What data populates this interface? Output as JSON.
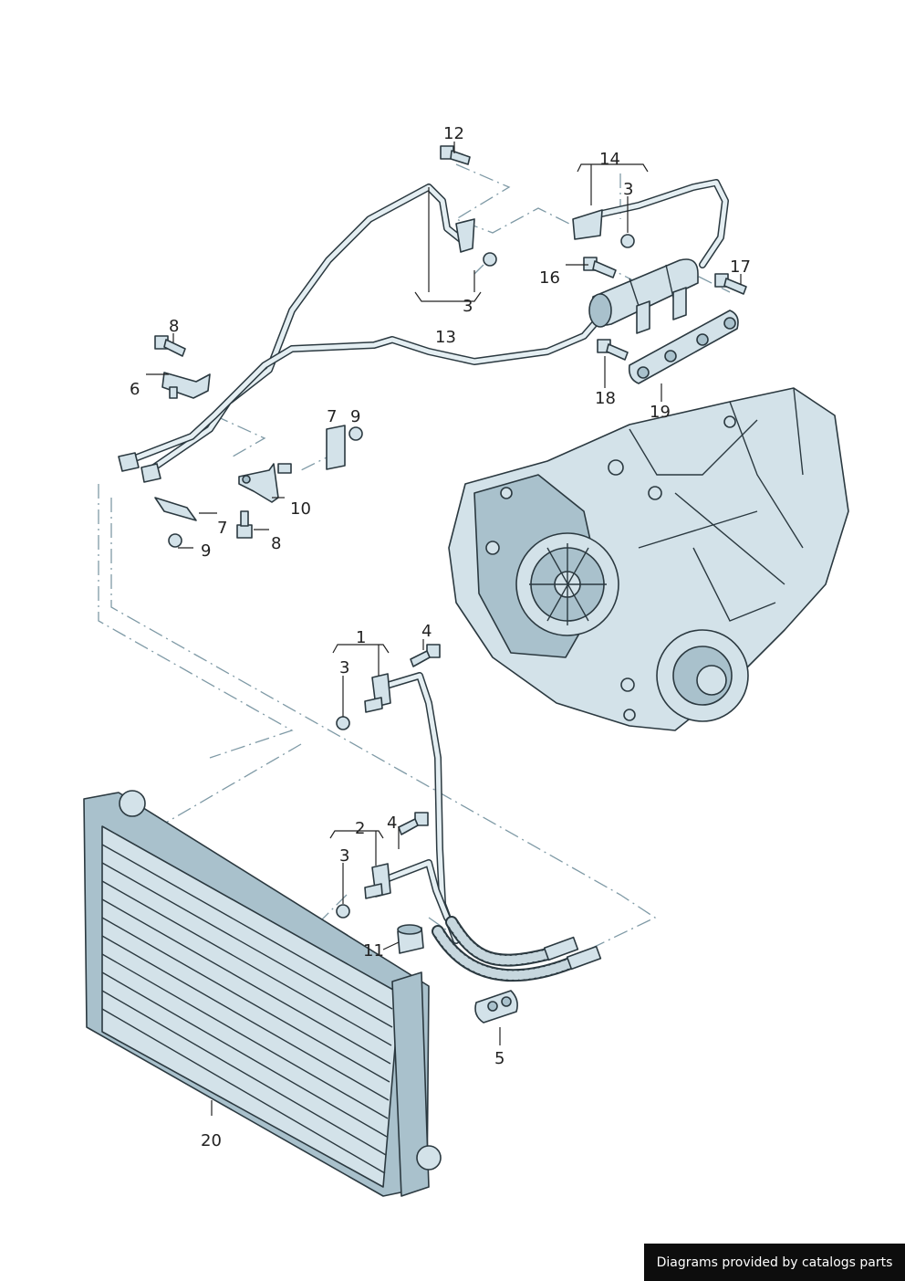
{
  "diagram": {
    "labels": {
      "l12": "12",
      "l14": "14",
      "l3a": "3",
      "l16": "16",
      "l17": "17",
      "l3b": "3",
      "l13": "13",
      "l8a": "8",
      "l6": "6",
      "l7a": "7",
      "l9a": "9",
      "l10": "10",
      "l7b": "7",
      "l8b": "8",
      "l9b": "9",
      "l18": "18",
      "l19": "19",
      "l1": "1",
      "l4a": "4",
      "l3c": "3",
      "l2": "2",
      "l4b": "4",
      "l3d": "3",
      "l11": "11",
      "l5": "5",
      "l20": "20"
    }
  },
  "credit": {
    "text": "Diagrams provided by catalogs parts"
  }
}
